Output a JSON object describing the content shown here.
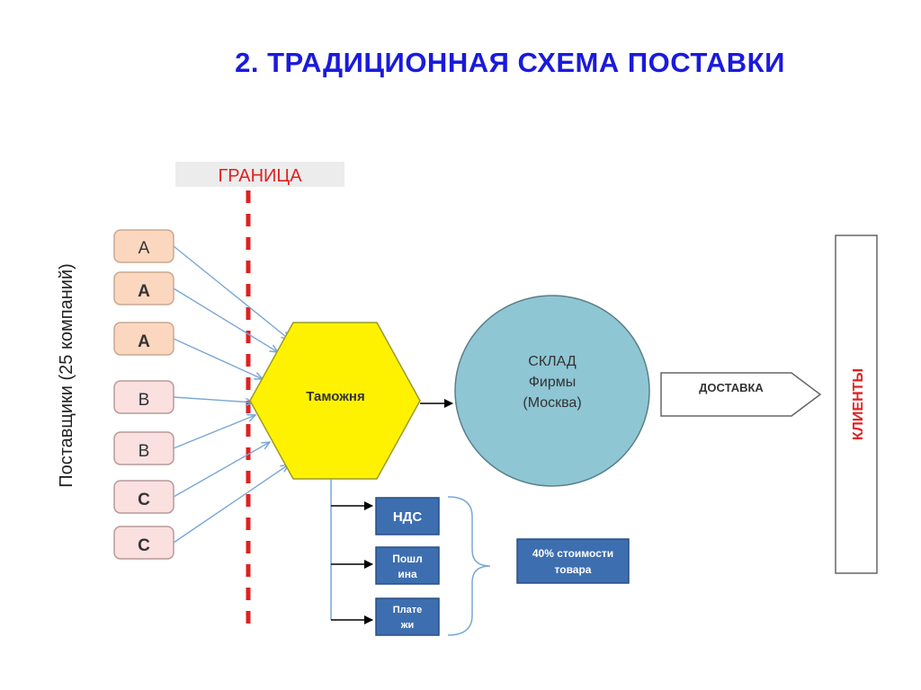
{
  "title": "2. ТРАДИЦИОННАЯ  СХЕМА  ПОСТАВКИ",
  "border": {
    "label": "ГРАНИЦА",
    "color": "#e02020"
  },
  "suppliers": {
    "axis_label": "Поставщики (25 компаний)",
    "items": [
      {
        "label": "А",
        "color": "#fcd7c0"
      },
      {
        "label": "А",
        "color": "#fcd7c0"
      },
      {
        "label": "А",
        "color": "#fcd7c0"
      },
      {
        "label": "В",
        "color": "#fbe0e0"
      },
      {
        "label": "В",
        "color": "#fbe0e0"
      },
      {
        "label": "С",
        "color": "#fbe0e0"
      },
      {
        "label": "С",
        "color": "#fbe0e0"
      }
    ]
  },
  "customs": {
    "label": "Таможня",
    "color": "#fff200"
  },
  "warehouse": {
    "line1": "СКЛАД",
    "line2": "Фирмы",
    "line3": "(Москва)",
    "color": "#8ec6d4"
  },
  "delivery": {
    "label": "ДОСТАВКА"
  },
  "clients": {
    "label": "КЛИЕНТЫ",
    "color": "#e02020"
  },
  "payments": {
    "items": [
      {
        "line1": "НДС",
        "line2": ""
      },
      {
        "line1": "Пошл",
        "line2": "ина"
      },
      {
        "line1": "Плате",
        "line2": "жи"
      }
    ],
    "summary_line1": "40% стоимости",
    "summary_line2": "товара",
    "color": "#3d6eb0"
  }
}
